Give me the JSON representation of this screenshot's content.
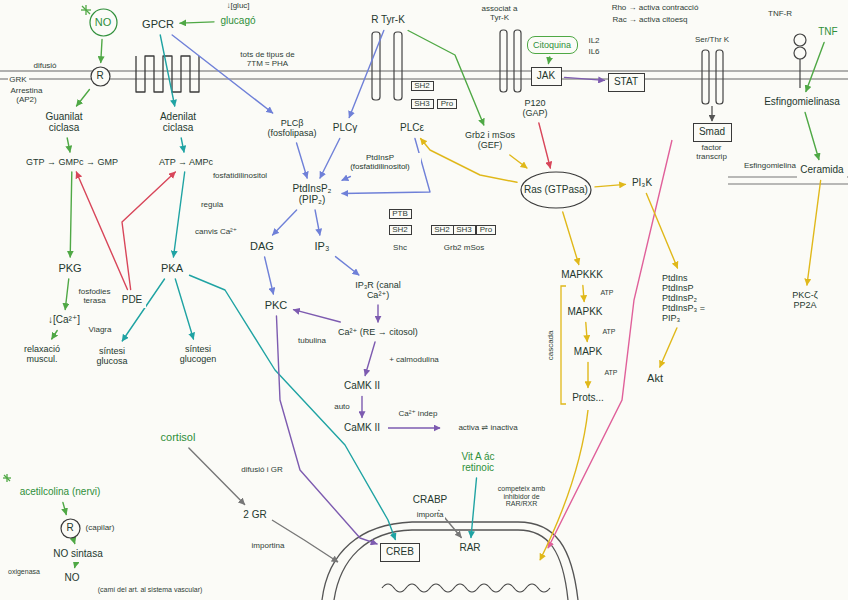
{
  "diagram": {
    "nodes": [
      {
        "text": [
          "NO"
        ]
      },
      {
        "text": [
          "R"
        ]
      },
      {
        "text": [
          "Guanilat ciclasa"
        ]
      },
      {
        "text": [
          "GTP → GMPc → GMP"
        ]
      },
      {
        "text": [
          "PKG"
        ]
      },
      {
        "text": [
          "↓[Ca²⁺]"
        ]
      },
      {
        "text": [
          "relaxació muscul."
        ]
      },
      {
        "text": [
          "GPCR"
        ]
      },
      {
        "text": [
          "Adenilat ciclasa"
        ]
      },
      {
        "text": [
          "ATP → AMPc"
        ]
      },
      {
        "text": [
          "PKA"
        ]
      },
      {
        "text": [
          "PDE"
        ]
      },
      {
        "text": [
          "síntesi glucosa"
        ]
      },
      {
        "text": [
          "síntesi glucogen"
        ]
      },
      {
        "text": [
          "glucagó"
        ]
      },
      {
        "text": [
          "PLCβ (fosfolipasa)"
        ]
      },
      {
        "text": [
          "PLCγ"
        ]
      },
      {
        "text": [
          "PLCε"
        ]
      },
      {
        "text": [
          "PtdInsP (fosfatidilinositol)"
        ]
      },
      {
        "text": [
          "PtdInsP₂ (PIP₂)"
        ]
      },
      {
        "text": [
          "DAG"
        ]
      },
      {
        "text": [
          "IP₃"
        ]
      },
      {
        "text": [
          "PKC"
        ]
      },
      {
        "text": [
          "IP₃R (canal Ca²⁺)"
        ]
      },
      {
        "text": [
          "Ca²⁺ (RE → citosol)"
        ]
      },
      {
        "text": [
          "CaMK II"
        ]
      },
      {
        "text": [
          "CaMK II"
        ]
      },
      {
        "text": [
          "R Tyr-K"
        ]
      },
      {
        "text": [
          "Grb2 i mSos (GEF)"
        ]
      },
      {
        "text": [
          "P120 (GAP)"
        ]
      },
      {
        "text": [
          "Ras (GTPasa)"
        ]
      },
      {
        "text": [
          "JAK"
        ]
      },
      {
        "text": [
          "STAT"
        ]
      },
      {
        "text": [
          "Citoquina"
        ]
      },
      {
        "text": [
          "MAPKKK"
        ]
      },
      {
        "text": [
          "MAPKK"
        ]
      },
      {
        "text": [
          "MAPK"
        ]
      },
      {
        "text": [
          "Prots..."
        ]
      },
      {
        "text": [
          "PI₃K"
        ]
      },
      {
        "text": [
          "PtdIns PtdInsP PtdInsP₂ PtdInsP₃ = PIP₃"
        ]
      },
      {
        "text": [
          "Akt"
        ]
      },
      {
        "text": [
          "Smad"
        ]
      },
      {
        "text": [
          "TNF"
        ]
      },
      {
        "text": [
          "Esfingomielinasa"
        ]
      },
      {
        "text": [
          "Ceramida"
        ]
      },
      {
        "text": [
          "PKC-ζ",
          "PP2A"
        ]
      },
      {
        "text": [
          "cortisol"
        ]
      },
      {
        "text": [
          "2 GR"
        ]
      },
      {
        "text": [
          "acetilcolina (nervi)"
        ]
      },
      {
        "text": [
          "R"
        ]
      },
      {
        "text": [
          "NO sintasa"
        ]
      },
      {
        "text": [
          "NO"
        ]
      },
      {
        "text": [
          "Vit A ác retinoic"
        ]
      },
      {
        "text": [
          "CRABP"
        ]
      },
      {
        "text": [
          "RAR"
        ]
      },
      {
        "text": [
          "CREB"
        ]
      }
    ],
    "edges": [
      {
        "from": 0,
        "to": 1,
        "arrow": "to"
      },
      {
        "from": 1,
        "to": 2,
        "arrow": "to"
      },
      {
        "from": 2,
        "to": 3,
        "arrow": "to"
      },
      {
        "from": 3,
        "to": 4,
        "arrow": "to"
      },
      {
        "from": 4,
        "to": 5,
        "arrow": "to"
      },
      {
        "from": 5,
        "to": 6,
        "arrow": "to"
      },
      {
        "from": 14,
        "to": 7,
        "arrow": "to"
      },
      {
        "from": 7,
        "to": 8,
        "arrow": "to"
      },
      {
        "from": 8,
        "to": 9,
        "arrow": "to"
      },
      {
        "from": 9,
        "to": 10,
        "arrow": "to"
      },
      {
        "from": 11,
        "to": 3,
        "arrow": "to"
      },
      {
        "from": 11,
        "to": 9,
        "arrow": "to"
      },
      {
        "from": 10,
        "to": 12,
        "arrow": "to"
      },
      {
        "from": 10,
        "to": 13,
        "arrow": "to"
      },
      {
        "from": 10,
        "to": 55,
        "arrow": "to"
      },
      {
        "from": 7,
        "to": 15,
        "arrow": "to"
      },
      {
        "from": 15,
        "to": 19,
        "arrow": "to"
      },
      {
        "from": 16,
        "to": 19,
        "arrow": "to"
      },
      {
        "from": 17,
        "to": 19,
        "arrow": "to"
      },
      {
        "from": 18,
        "to": 19,
        "arrow": "to"
      },
      {
        "from": 19,
        "to": 20,
        "arrow": "to"
      },
      {
        "from": 19,
        "to": 21,
        "arrow": "to"
      },
      {
        "from": 20,
        "to": 22,
        "arrow": "to"
      },
      {
        "from": 21,
        "to": 23,
        "arrow": "to"
      },
      {
        "from": 23,
        "to": 24,
        "arrow": "to"
      },
      {
        "from": 24,
        "to": 25,
        "arrow": "to"
      },
      {
        "from": 25,
        "to": 26,
        "arrow": "to"
      },
      {
        "from": 24,
        "to": 22,
        "arrow": "to"
      },
      {
        "from": 22,
        "to": 55,
        "arrow": "to"
      },
      {
        "from": 27,
        "to": 16,
        "arrow": "to"
      },
      {
        "from": 27,
        "to": 28,
        "arrow": "to"
      },
      {
        "from": 28,
        "to": 30,
        "arrow": "to"
      },
      {
        "from": 29,
        "to": 30,
        "arrow": "to"
      },
      {
        "from": 30,
        "to": 17,
        "arrow": "to"
      },
      {
        "from": 30,
        "to": 34,
        "arrow": "to"
      },
      {
        "from": 34,
        "to": 35,
        "arrow": "to"
      },
      {
        "from": 35,
        "to": 36,
        "arrow": "to"
      },
      {
        "from": 36,
        "to": 37,
        "arrow": "to"
      },
      {
        "from": 30,
        "to": 38,
        "arrow": "to"
      },
      {
        "from": 38,
        "to": 39,
        "arrow": "to"
      },
      {
        "from": 39,
        "to": 40,
        "arrow": "to"
      },
      {
        "from": 33,
        "to": 31,
        "arrow": "to"
      },
      {
        "from": 31,
        "to": 32,
        "arrow": "to"
      },
      {
        "from": 42,
        "to": 43,
        "arrow": "to"
      },
      {
        "from": 43,
        "to": 44,
        "arrow": "to"
      },
      {
        "from": 44,
        "to": 45,
        "arrow": "to"
      },
      {
        "from": 46,
        "to": 47,
        "arrow": "to"
      },
      {
        "from": 48,
        "to": 49,
        "arrow": "to"
      },
      {
        "from": 49,
        "to": 50,
        "arrow": "to"
      },
      {
        "from": 50,
        "to": 51,
        "arrow": "to"
      },
      {
        "from": 52,
        "to": 54,
        "arrow": "to"
      },
      {
        "from": 53,
        "to": 54,
        "arrow": "to"
      }
    ],
    "labels": [
      "difusió",
      "GRK",
      "Arrestina (AP2)",
      "↓[gluc]",
      "tots de tipus de 7TM ≈ PHA",
      "associat a Tyr-K",
      "Rho → activa contracció",
      "Rac → activa citoesq",
      "IL2",
      "IL6",
      "TNF-R",
      "Ser/Thr K",
      "fosfatidilinositol",
      "regula",
      "canvis Ca²⁺",
      "fosfodiesterasa",
      "Viagra",
      "tubulina",
      "+ calmodulina",
      "auto",
      "Ca²⁺ indep",
      "activa ⇌ inactiva",
      "cascada",
      "ATP",
      "ATP",
      "ATP",
      "SH2",
      "SH3",
      "Pro",
      "PTB",
      "SH2",
      "Shc",
      "SH2",
      "SH3",
      "Pro",
      "Grb2 mSos",
      "factor transcrip",
      "Esfingomielina",
      "difusió i GR",
      "importina",
      "importa",
      "competeix amb inhibidor de RAR/RXR",
      "(capilar)",
      "oxigenasa",
      "(camí del art. al sistema vascular)"
    ]
  }
}
